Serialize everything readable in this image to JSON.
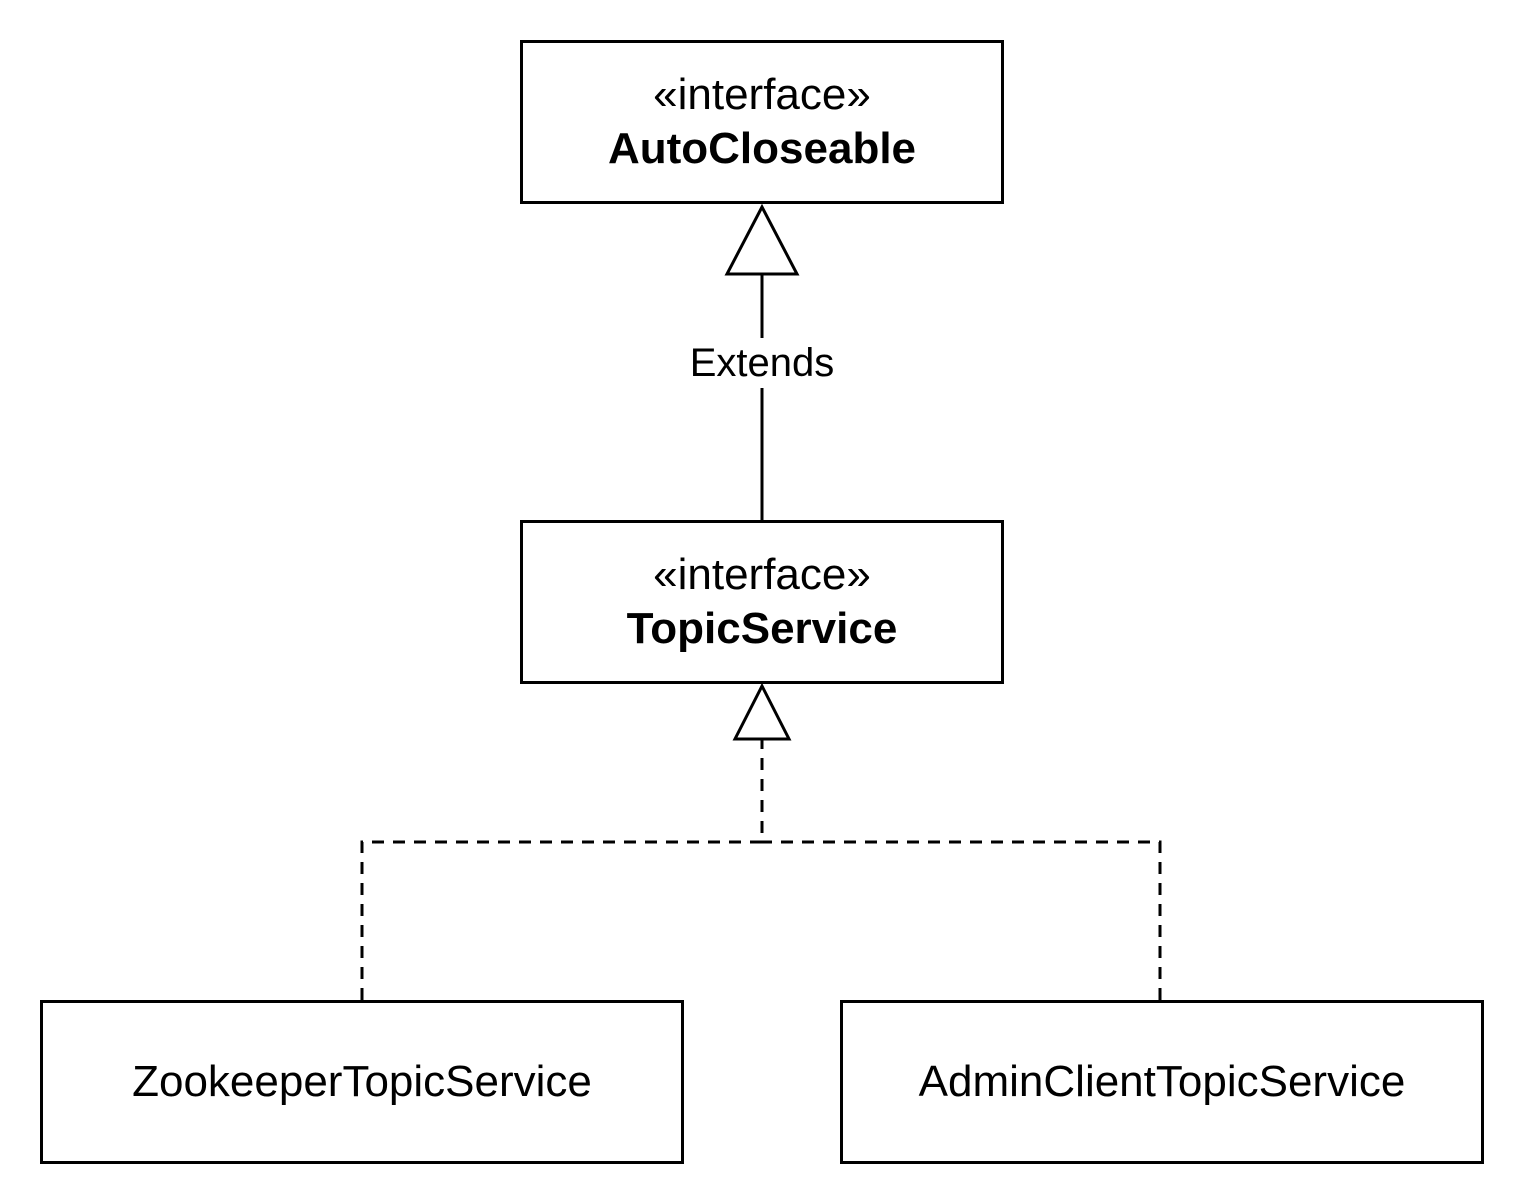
{
  "diagram": {
    "nodes": {
      "autocloseable": {
        "stereotype": "«interface»",
        "name": "AutoCloseable"
      },
      "topicservice": {
        "stereotype": "«interface»",
        "name": "TopicService"
      },
      "zookeeper": {
        "name": "ZookeeperTopicService"
      },
      "adminclient": {
        "name": "AdminClientTopicService"
      }
    },
    "edges": {
      "extends": {
        "label": "Extends",
        "from": "TopicService",
        "to": "AutoCloseable",
        "kind": "generalization"
      },
      "implementations": [
        {
          "from": "ZookeeperTopicService",
          "to": "TopicService",
          "kind": "realization"
        },
        {
          "from": "AdminClientTopicService",
          "to": "TopicService",
          "kind": "realization"
        }
      ]
    },
    "colors": {
      "stroke": "#000000",
      "background": "#ffffff"
    }
  }
}
